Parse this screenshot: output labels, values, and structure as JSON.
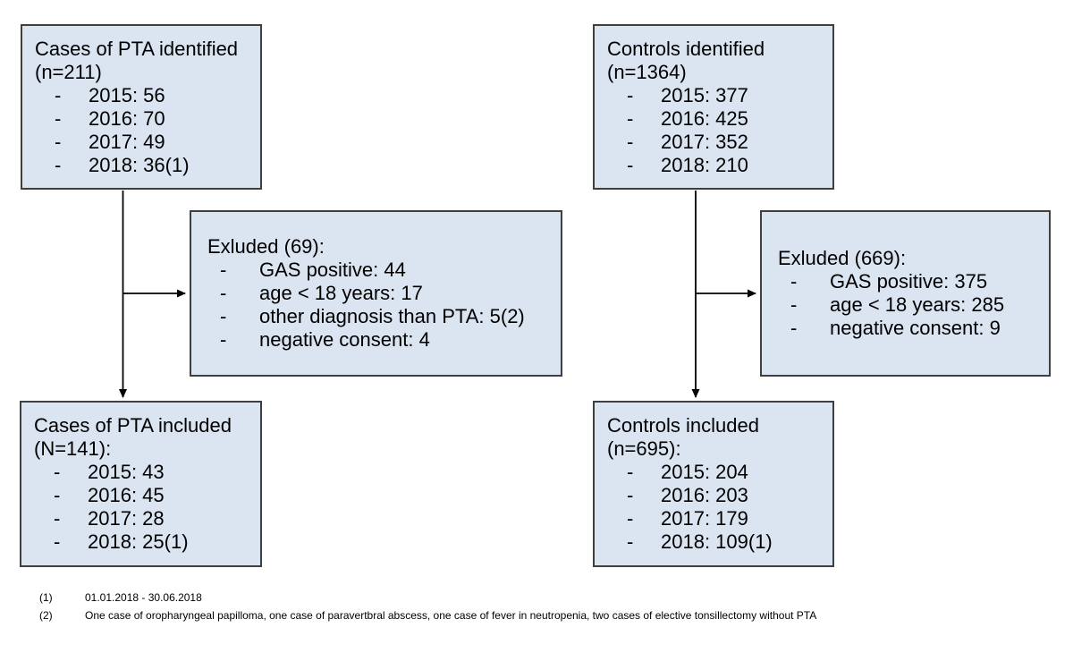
{
  "list_marker": "-",
  "boxes": {
    "cases_identified": {
      "title_line1": "Cases of PTA identified",
      "title_line2": "(n=211)",
      "items": [
        "2015: 56",
        "2016: 70",
        "2017: 49",
        "2018: 36(1)"
      ]
    },
    "controls_identified": {
      "title_line1": "Controls identified",
      "title_line2": "(n=1364)",
      "items": [
        "2015: 377",
        "2016: 425",
        "2017: 352",
        "2018: 210"
      ]
    },
    "cases_excluded": {
      "title": "Exluded (69):",
      "items": [
        "GAS positive: 44",
        "age < 18 years: 17",
        "other diagnosis than PTA: 5(2)",
        "negative consent: 4"
      ]
    },
    "controls_excluded": {
      "title": "Exluded (669):",
      "items": [
        "GAS positive: 375",
        "age < 18 years: 285",
        "negative consent: 9"
      ]
    },
    "cases_included": {
      "title_line1": "Cases of PTA included",
      "title_line2": "(N=141):",
      "items": [
        "2015: 43",
        "2016: 45",
        "2017: 28",
        "2018: 25(1)"
      ]
    },
    "controls_included": {
      "title_line1": "Controls included",
      "title_line2": "(n=695):",
      "items": [
        "2015: 204",
        "2016: 203",
        "2017: 179",
        "2018: 109(1)"
      ]
    }
  },
  "footnotes": [
    {
      "label": "(1)",
      "text": "01.01.2018 - 30.06.2018"
    },
    {
      "label": "(2)",
      "text": "One case of oropharyngeal papilloma, one case of paravertbral abscess, one case of fever in neutropenia, two cases of elective tonsillectomy without PTA"
    }
  ],
  "colors": {
    "background": "#ffffff",
    "box_fill": "#dbe4f1",
    "box_border": "#3f3f3f",
    "arrow": "#000000",
    "text": "#000000"
  }
}
